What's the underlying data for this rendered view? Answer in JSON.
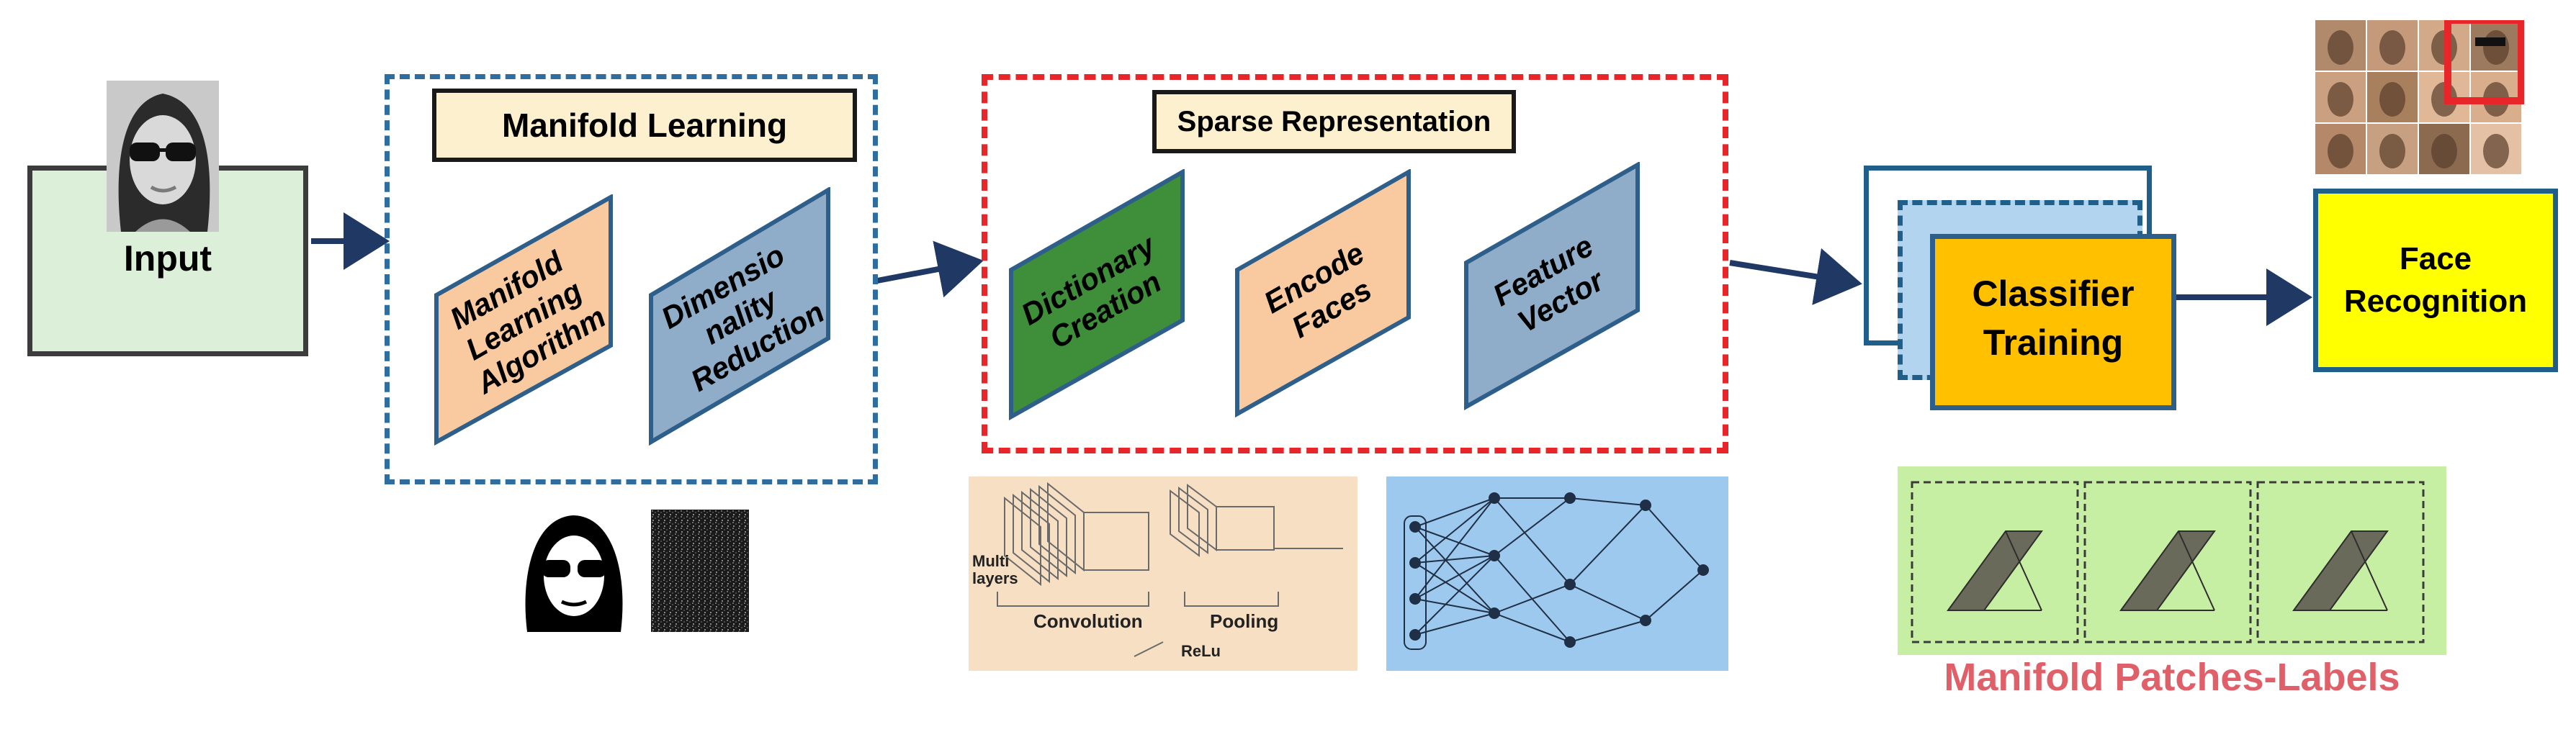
{
  "diagram": {
    "input_label": "Input",
    "manifold_learning_title": "Manifold Learning",
    "manifold_algo_label": "Manifold Learning Algorithm",
    "dim_reduction_label": "Dimensio nality Reduction",
    "sparse_title": "Sparse Representation",
    "dictionary_label": "Dictionary Creation",
    "encode_label": "Encode Faces",
    "feature_label": "Feature Vector",
    "classifier_label": "Classifier Training",
    "face_recognition_label": "Face Recognition",
    "cnn_multi_layers": "Multi layers",
    "cnn_convolution": "Convolution",
    "cnn_pooling": "Pooling",
    "cnn_relu": "ReLu",
    "patches_caption": "Manifold Patches-Labels"
  },
  "colors": {
    "accent_blue": "#2e6d9e",
    "accent_red": "#e8262a",
    "arrow": "#1f3864",
    "dictionary_green": "#3f8f3a",
    "peach": "#f9c9a0",
    "steel": "#8fadc8",
    "classifier_orange": "#ffc000",
    "recognition_yellow": "#ffff00"
  }
}
